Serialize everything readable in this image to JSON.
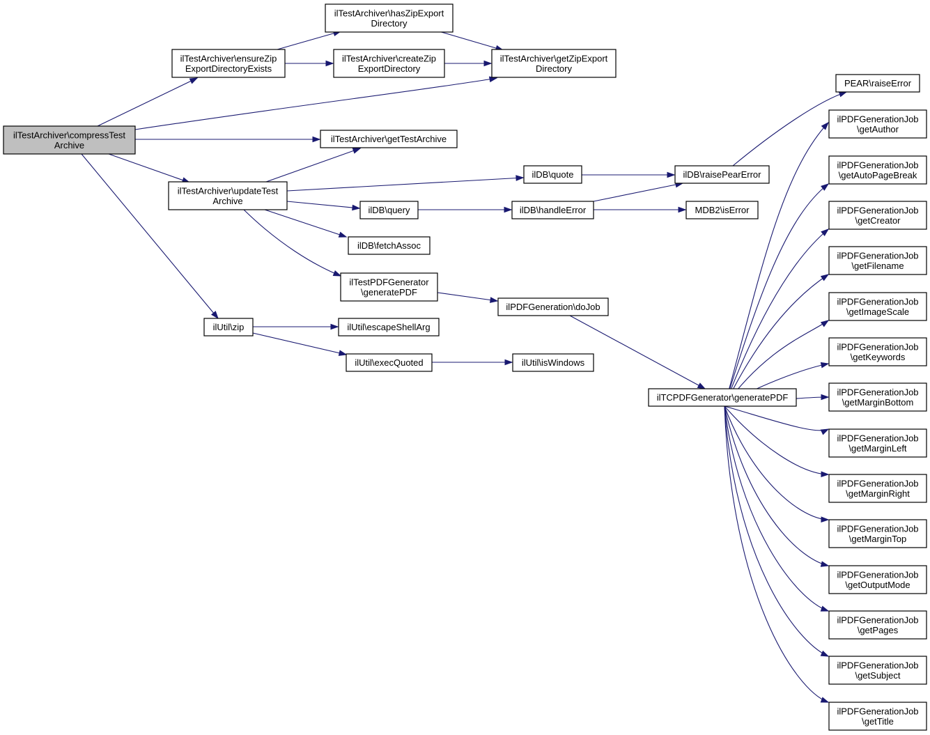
{
  "graph": {
    "nodes": [
      {
        "id": "compress",
        "lines": [
          "ilTestArchiver\\compressTest",
          "Archive"
        ],
        "root": true
      },
      {
        "id": "ensureZip",
        "lines": [
          "ilTestArchiver\\ensureZip",
          "ExportDirectoryExists"
        ]
      },
      {
        "id": "hasZip",
        "lines": [
          "ilTestArchiver\\hasZipExport",
          "Directory"
        ]
      },
      {
        "id": "createZip",
        "lines": [
          "ilTestArchiver\\createZip",
          "ExportDirectory"
        ]
      },
      {
        "id": "getZip",
        "lines": [
          "ilTestArchiver\\getZipExport",
          "Directory"
        ]
      },
      {
        "id": "getTestArchive",
        "lines": [
          "ilTestArchiver\\getTestArchive"
        ]
      },
      {
        "id": "updateTest",
        "lines": [
          "ilTestArchiver\\updateTest",
          "Archive"
        ]
      },
      {
        "id": "quote",
        "lines": [
          "ilDB\\quote"
        ]
      },
      {
        "id": "raisePear",
        "lines": [
          "ilDB\\raisePearError"
        ]
      },
      {
        "id": "pearRaise",
        "lines": [
          "PEAR\\raiseError"
        ]
      },
      {
        "id": "query",
        "lines": [
          "ilDB\\query"
        ]
      },
      {
        "id": "handleError",
        "lines": [
          "ilDB\\handleError"
        ]
      },
      {
        "id": "mdb2",
        "lines": [
          "MDB2\\isError"
        ]
      },
      {
        "id": "fetchAssoc",
        "lines": [
          "ilDB\\fetchAssoc"
        ]
      },
      {
        "id": "testPdf",
        "lines": [
          "ilTestPDFGenerator",
          "\\generatePDF"
        ]
      },
      {
        "id": "doJob",
        "lines": [
          "ilPDFGeneration\\doJob"
        ]
      },
      {
        "id": "tcpdf",
        "lines": [
          "ilTCPDFGenerator\\generatePDF"
        ]
      },
      {
        "id": "zip",
        "lines": [
          "ilUtil\\zip"
        ]
      },
      {
        "id": "escape",
        "lines": [
          "ilUtil\\escapeShellArg"
        ]
      },
      {
        "id": "execQuoted",
        "lines": [
          "ilUtil\\execQuoted"
        ]
      },
      {
        "id": "isWindows",
        "lines": [
          "ilUtil\\isWindows"
        ]
      },
      {
        "id": "gAuthor",
        "lines": [
          "ilPDFGenerationJob",
          "\\getAuthor"
        ]
      },
      {
        "id": "gAutoPage",
        "lines": [
          "ilPDFGenerationJob",
          "\\getAutoPageBreak"
        ]
      },
      {
        "id": "gCreator",
        "lines": [
          "ilPDFGenerationJob",
          "\\getCreator"
        ]
      },
      {
        "id": "gFilename",
        "lines": [
          "ilPDFGenerationJob",
          "\\getFilename"
        ]
      },
      {
        "id": "gImageScale",
        "lines": [
          "ilPDFGenerationJob",
          "\\getImageScale"
        ]
      },
      {
        "id": "gKeywords",
        "lines": [
          "ilPDFGenerationJob",
          "\\getKeywords"
        ]
      },
      {
        "id": "gMarginBottom",
        "lines": [
          "ilPDFGenerationJob",
          "\\getMarginBottom"
        ]
      },
      {
        "id": "gMarginLeft",
        "lines": [
          "ilPDFGenerationJob",
          "\\getMarginLeft"
        ]
      },
      {
        "id": "gMarginRight",
        "lines": [
          "ilPDFGenerationJob",
          "\\getMarginRight"
        ]
      },
      {
        "id": "gMarginTop",
        "lines": [
          "ilPDFGenerationJob",
          "\\getMarginTop"
        ]
      },
      {
        "id": "gOutputMode",
        "lines": [
          "ilPDFGenerationJob",
          "\\getOutputMode"
        ]
      },
      {
        "id": "gPages",
        "lines": [
          "ilPDFGenerationJob",
          "\\getPages"
        ]
      },
      {
        "id": "gSubject",
        "lines": [
          "ilPDFGenerationJob",
          "\\getSubject"
        ]
      },
      {
        "id": "gTitle",
        "lines": [
          "ilPDFGenerationJob",
          "\\getTitle"
        ]
      }
    ],
    "edges": [
      [
        "compress",
        "ensureZip"
      ],
      [
        "compress",
        "getZip"
      ],
      [
        "compress",
        "getTestArchive"
      ],
      [
        "compress",
        "updateTest"
      ],
      [
        "compress",
        "zip"
      ],
      [
        "ensureZip",
        "hasZip"
      ],
      [
        "ensureZip",
        "createZip"
      ],
      [
        "hasZip",
        "getZip"
      ],
      [
        "createZip",
        "getZip"
      ],
      [
        "updateTest",
        "getTestArchive"
      ],
      [
        "updateTest",
        "quote"
      ],
      [
        "updateTest",
        "query"
      ],
      [
        "updateTest",
        "fetchAssoc"
      ],
      [
        "updateTest",
        "testPdf"
      ],
      [
        "quote",
        "raisePear"
      ],
      [
        "raisePear",
        "pearRaise"
      ],
      [
        "query",
        "handleError"
      ],
      [
        "handleError",
        "raisePear"
      ],
      [
        "handleError",
        "mdb2"
      ],
      [
        "testPdf",
        "doJob"
      ],
      [
        "doJob",
        "tcpdf"
      ],
      [
        "zip",
        "escape"
      ],
      [
        "zip",
        "execQuoted"
      ],
      [
        "execQuoted",
        "isWindows"
      ],
      [
        "tcpdf",
        "gAuthor"
      ],
      [
        "tcpdf",
        "gAutoPage"
      ],
      [
        "tcpdf",
        "gCreator"
      ],
      [
        "tcpdf",
        "gFilename"
      ],
      [
        "tcpdf",
        "gImageScale"
      ],
      [
        "tcpdf",
        "gKeywords"
      ],
      [
        "tcpdf",
        "gMarginBottom"
      ],
      [
        "tcpdf",
        "gMarginLeft"
      ],
      [
        "tcpdf",
        "gMarginRight"
      ],
      [
        "tcpdf",
        "gMarginTop"
      ],
      [
        "tcpdf",
        "gOutputMode"
      ],
      [
        "tcpdf",
        "gPages"
      ],
      [
        "tcpdf",
        "gSubject"
      ],
      [
        "tcpdf",
        "gTitle"
      ]
    ],
    "colors": {
      "edge": "#191970",
      "node_border": "#000000",
      "root_fill": "#bfbfbf",
      "node_fill": "#ffffff"
    }
  }
}
